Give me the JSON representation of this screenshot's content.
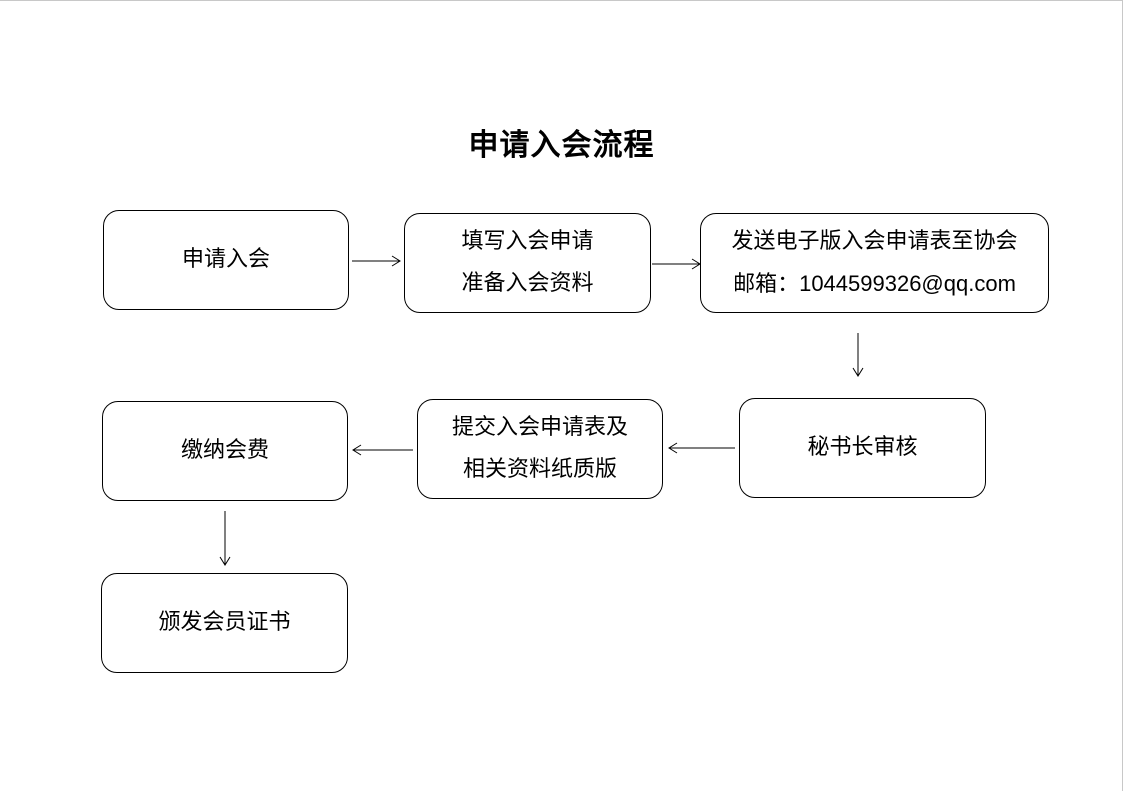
{
  "title": "申请入会流程",
  "steps": {
    "apply": {
      "line1": "申请入会"
    },
    "fill_form": {
      "line1": "填写入会申请",
      "line2": "准备入会资料"
    },
    "send_email": {
      "line1": "发送电子版入会申请表至协会",
      "line2_label": "邮箱：",
      "email": "1044599326@qq.com"
    },
    "review": {
      "line1": "秘书长审核"
    },
    "submit_paper": {
      "line1": "提交入会申请表及",
      "line2": "相关资料纸质版"
    },
    "pay_fee": {
      "line1": "缴纳会费"
    },
    "certificate": {
      "line1": "颁发会员证书"
    }
  }
}
